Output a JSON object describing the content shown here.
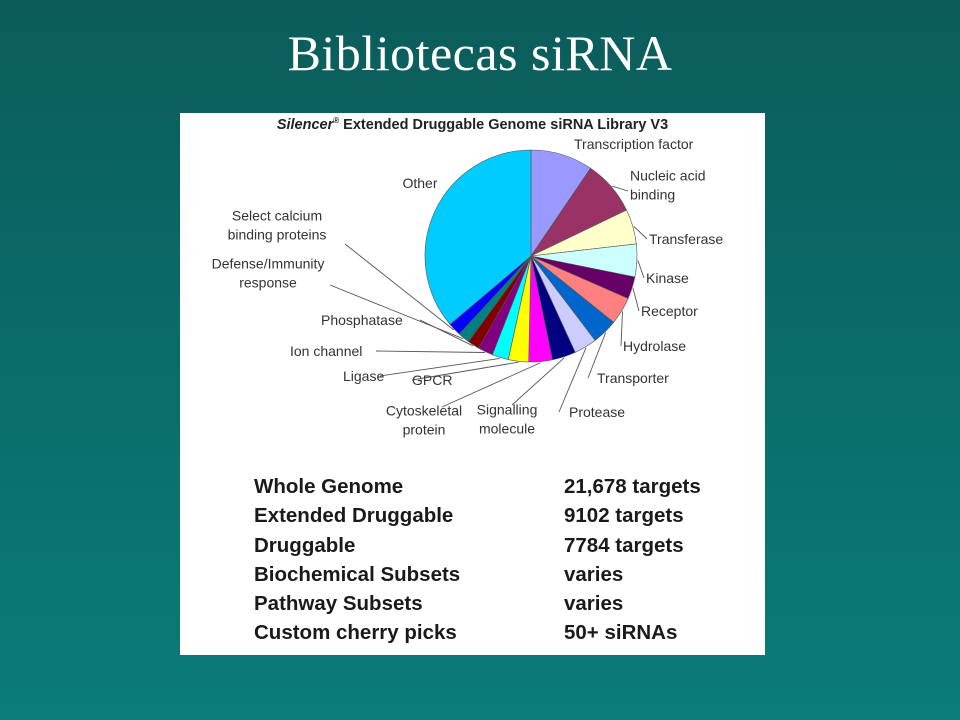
{
  "slide": {
    "title": "Bibliotecas siRNA"
  },
  "chart_data": {
    "type": "pie",
    "title_brand": "Silencer",
    "title_mark": "®",
    "title_rest": " Extended Druggable Genome siRNA Library V3",
    "slices": [
      {
        "label": [
          "Transcription factor"
        ],
        "value": 9.5,
        "color": "#9999ff"
      },
      {
        "label": [
          "Nucleic acid",
          "binding"
        ],
        "value": 8.4,
        "color": "#993366"
      },
      {
        "label": [
          "Transferase"
        ],
        "value": 5.3,
        "color": "#ffffcc"
      },
      {
        "label": [
          "Kinase"
        ],
        "value": 5.0,
        "color": "#ccffff"
      },
      {
        "label": [
          "Receptor"
        ],
        "value": 3.4,
        "color": "#660066"
      },
      {
        "label": [
          "Hydrolase"
        ],
        "value": 4.2,
        "color": "#ff8080"
      },
      {
        "label": [
          "Transporter"
        ],
        "value": 3.9,
        "color": "#0066cc"
      },
      {
        "label": [
          "Protease"
        ],
        "value": 3.5,
        "color": "#ccccff"
      },
      {
        "label": [
          "Signalling",
          "molecule"
        ],
        "value": 3.6,
        "color": "#000080"
      },
      {
        "label": [
          "Cytoskeletal",
          "protein"
        ],
        "value": 3.6,
        "color": "#ff00ff"
      },
      {
        "label": [
          "GPCR"
        ],
        "value": 3.1,
        "color": "#ffff00"
      },
      {
        "label": [
          "Ligase"
        ],
        "value": 2.5,
        "color": "#00ffff"
      },
      {
        "label": [
          "Ion channel"
        ],
        "value": 2.3,
        "color": "#800080"
      },
      {
        "label": [
          "Phosphatase"
        ],
        "value": 1.8,
        "color": "#800000"
      },
      {
        "label": [
          "Defense/Immunity",
          "response"
        ],
        "value": 1.8,
        "color": "#008080"
      },
      {
        "label": [
          "Select calcium",
          "binding proteins"
        ],
        "value": 2.0,
        "color": "#0000ff"
      },
      {
        "label": [
          "Other"
        ],
        "value": 36.2,
        "color": "#00ccff"
      }
    ]
  },
  "stats": [
    {
      "label": "Whole Genome",
      "value": "21,678 targets"
    },
    {
      "label": "Extended Druggable",
      "value": "9102 targets"
    },
    {
      "label": "Druggable",
      "value": "7784 targets"
    },
    {
      "label": "Biochemical Subsets",
      "value": "varies"
    },
    {
      "label": "Pathway Subsets",
      "value": "varies"
    },
    {
      "label": "Custom cherry picks",
      "value": "50+ siRNAs"
    }
  ]
}
